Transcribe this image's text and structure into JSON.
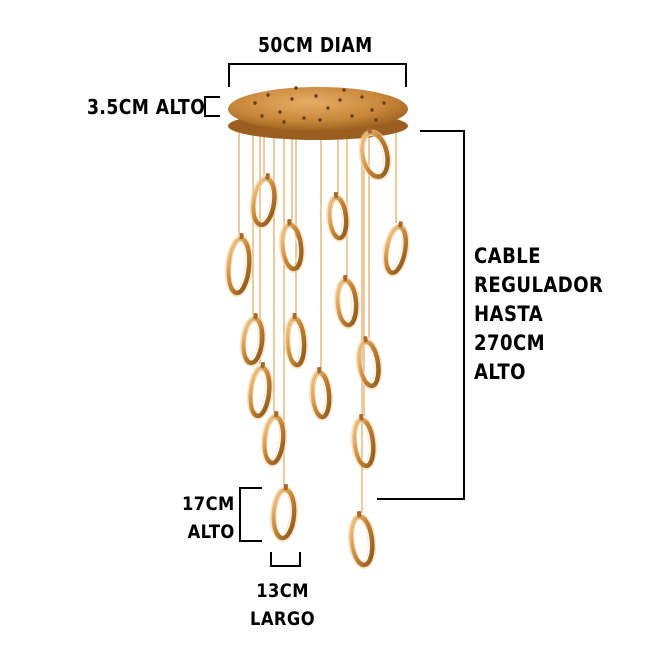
{
  "image": {
    "subject": "Golden ring pendant chandelier with dimension annotations",
    "colors": {
      "background": "#ffffff",
      "gold": "#c8873a",
      "gold_light": "#f3c98a",
      "gold_dark": "#8a5518",
      "annotation": "#000000"
    }
  },
  "annotations": {
    "canopy_diameter": "50CM DIAM",
    "canopy_height": "3.5CM ALTO",
    "cable_lines": [
      "CABLE",
      "REGULADOR",
      "HASTA",
      "270CM",
      "ALTO"
    ],
    "pendant_height_lines": [
      "17CM",
      "ALTO"
    ],
    "pendant_width_lines": [
      "13CM",
      "LARGO"
    ]
  }
}
